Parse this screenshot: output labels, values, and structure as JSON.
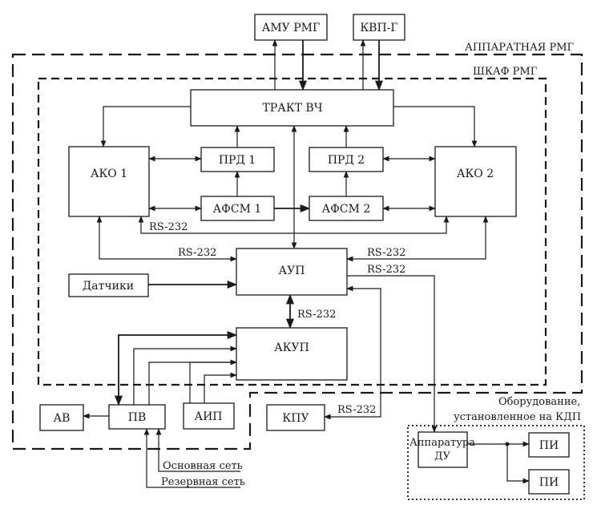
{
  "containers": {
    "apparatnaya": "АППАРАТНАЯ РМГ",
    "shkaf": "ШКАФ РМГ",
    "kdp_line1": "Оборудование,",
    "kdp_line2": "установленное на КДП"
  },
  "blocks": {
    "amu": "АМУ РМГ",
    "kvp": "КВП-Г",
    "trakt": "ТРАКТ ВЧ",
    "ako1": "АКО 1",
    "ako2": "АКО 2",
    "prd1": "ПРД 1",
    "prd2": "ПРД 2",
    "afsm1": "АФСМ 1",
    "afsm2": "АФСМ 2",
    "aup": "АУП",
    "datchiki": "Датчики",
    "akup": "АКУП",
    "av": "АВ",
    "pv": "ПВ",
    "aip": "АИП",
    "kpu": "КПУ",
    "du_line1": "Аппаратура",
    "du_line2": "ДУ",
    "pi1": "ПИ",
    "pi2": "ПИ"
  },
  "labels": {
    "rs_ako_bus": "RS-232",
    "rs_aup_left": "RS-232",
    "rs_aup_right1": "RS-232",
    "rs_aup_right2": "RS-232",
    "rs_akup": "RS-232",
    "rs_kpu": "RS-232",
    "main_net": "Основная сеть",
    "reserve_net": "Резервная сеть"
  }
}
